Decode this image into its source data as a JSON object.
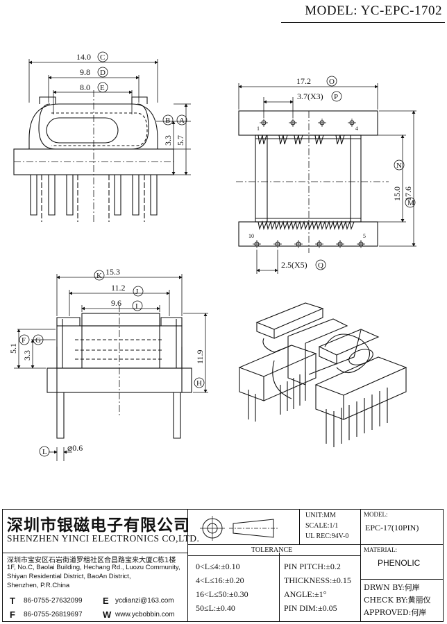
{
  "model_line": "MODEL: YC-EPC-1702",
  "dims": {
    "top_left": {
      "w140": "14.0",
      "w98": "9.8",
      "w80": "8.0",
      "h33": "3.3",
      "h57": "5.7",
      "C": "C",
      "D": "D",
      "E": "E",
      "B": "B",
      "A": "A"
    },
    "top_right": {
      "w172": "17.2",
      "pitch": "3.7(X3)",
      "h150": "15.0",
      "h176": "17.6",
      "pitch2": "2.5(X5)",
      "O": "O",
      "P": "P",
      "N": "N",
      "M": "M",
      "Q": "Q",
      "pin1": "1",
      "pin4": "4",
      "pin10": "10",
      "pin5": "5"
    },
    "front": {
      "w153": "15.3",
      "w112": "11.2",
      "w96": "9.6",
      "h51": "5.1",
      "h33": "3.3",
      "h119": "11.9",
      "dia": "⌀0.6",
      "K": "K",
      "J": "J",
      "I": "I",
      "F": "F",
      "G": "G",
      "H": "H",
      "L": "L"
    }
  },
  "company": {
    "name_cn": "深圳市银磁电子有限公司",
    "name_en": "SHENZHEN YINCI ELECTRONICS CO,LTD.",
    "addr_cn": "深圳市宝安区石岩街道罗租社区合昌路宝来大厦C栋1楼",
    "addr_en1": "1F, No.C, Baolai Building, Hechang Rd., Luozu Community,",
    "addr_en2": "Shiyan Residential District, BaoAn District,",
    "addr_en3": "Shenzhen, P.R.China",
    "t_label": "T",
    "t_value": "86-0755-27632099",
    "f_label": "F",
    "f_value": "86-0755-26819697",
    "e_label": "E",
    "e_value": "ycdianzi@163.com",
    "w_label": "W",
    "w_value": "www.ycbobbin.com"
  },
  "specs": {
    "unit": "UNIT:MM",
    "scale": "SCALE:1/1",
    "ul": "UL REC:94V-0",
    "model_label": "MODEL:",
    "model_value": "EPC-17(10PIN)",
    "material_label": "MATERIAL:",
    "material_value": "PHENOLIC",
    "tolerance_title": "TOLERANCE",
    "tol": [
      "0<L≤4:±0.10",
      "4<L≤16:±0.20",
      "16<L≤50:±0.30",
      "50≤L:±0.40"
    ],
    "tol2": [
      "PIN PITCH:±0.2",
      "THICKNESS:±0.15",
      "ANGLE:±1°",
      "PIN DIM:±0.05"
    ],
    "drwn": "DRWN BY:何岸",
    "check": "CHECK BY:黄丽仪",
    "approved": "APPROVED:何岸"
  }
}
